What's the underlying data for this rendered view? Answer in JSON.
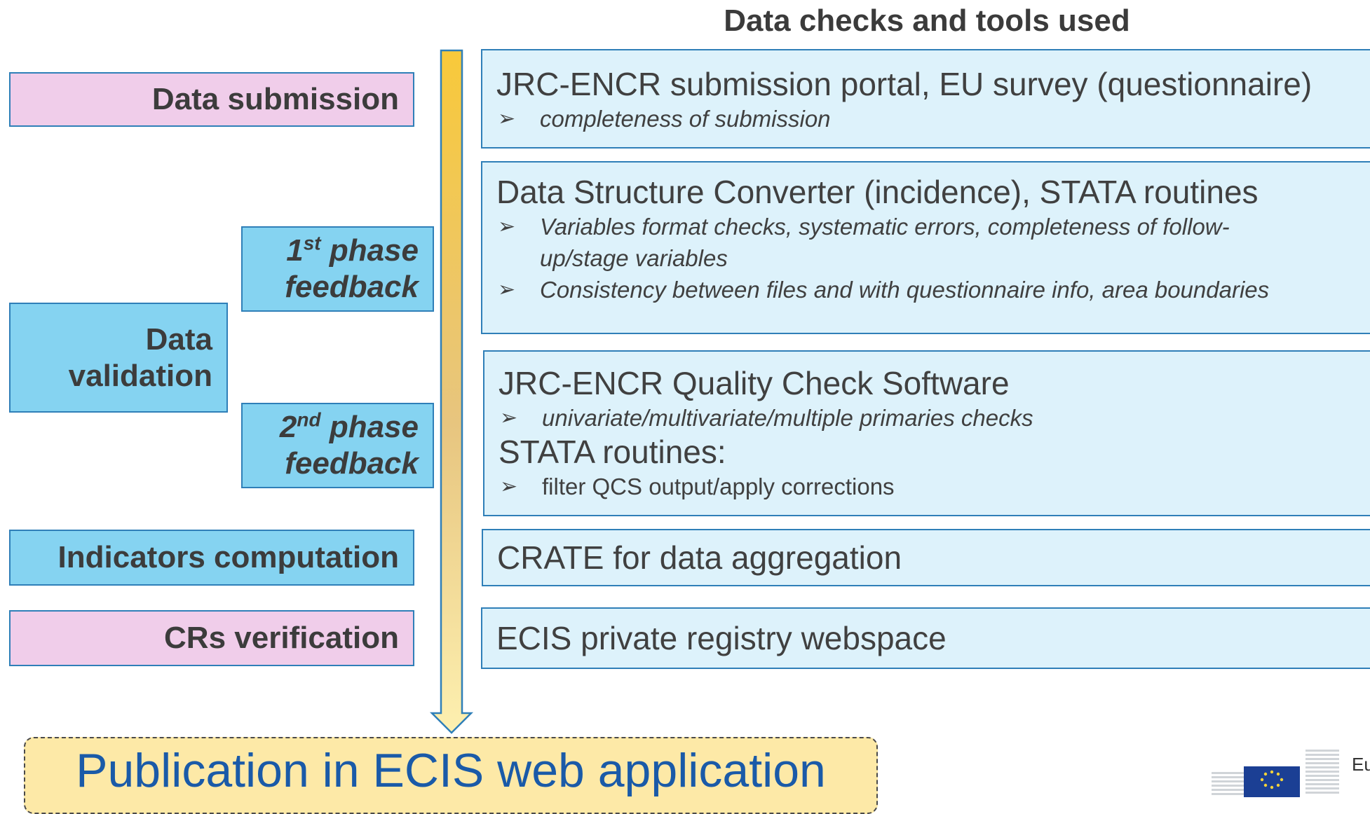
{
  "header": {
    "title": "Data checks and tools used"
  },
  "stages": {
    "data_submission": "Data submission",
    "data_validation_line1": "Data",
    "data_validation_line2": "validation",
    "phase1_line1_num": "1",
    "phase1_line1_sup": "st",
    "phase1_line1_rest": " phase",
    "phase1_line2": "feedback",
    "phase2_line1_num": "2",
    "phase2_line1_sup": "nd",
    "phase2_line1_rest": " phase",
    "phase2_line2": "feedback",
    "indicators": "Indicators computation",
    "crs_verification": "CRs verification"
  },
  "tools": {
    "submission": {
      "title": "JRC-ENCR submission portal, EU survey (questionnaire)",
      "bullets": [
        "completeness of submission"
      ]
    },
    "structure": {
      "title": "Data Structure Converter (incidence), STATA routines",
      "bullets": [
        "Variables format checks, systematic errors, completeness of follow-up/stage variables",
        "Consistency between files and with questionnaire info, area boundaries"
      ]
    },
    "quality": {
      "title": "JRC-ENCR Quality Check Software",
      "bullet1": "univariate/multivariate/multiple primaries checks",
      "title2": "STATA routines:",
      "bullet2": "filter QCS output/apply corrections"
    },
    "crate": {
      "title": "CRATE for data aggregation"
    },
    "ecis": {
      "title": "ECIS private registry webspace"
    }
  },
  "bullet_glyph": "➢",
  "publication": "Publication in ECIS web application",
  "logo": {
    "text": "Eu",
    "icon": "european-commission-logo"
  },
  "colors": {
    "pink_box": "#f0cdea",
    "blue_box": "#85d3f1",
    "tool_box": "#ddf2fb",
    "border": "#2f7fb8",
    "arrow_top": "#f8c93a",
    "arrow_bottom": "#fdf0b0",
    "publication_bg": "#fde9a7",
    "publication_text": "#1a5aa8"
  }
}
